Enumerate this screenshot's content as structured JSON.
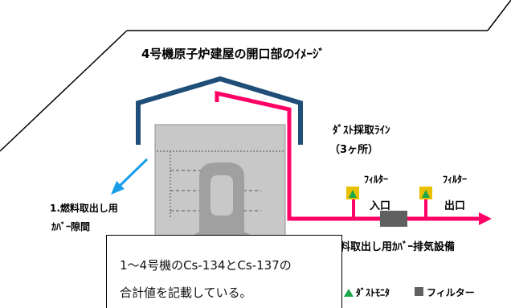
{
  "title": "4号機原子炉建屋の開口部のｲﾒｰｼﾞ",
  "labels": {
    "dust_line_1": "ﾀﾞｽﾄ採取ﾗｲﾝ",
    "dust_line_2": "（3ヶ所）",
    "filter_left": "ﾌｨﾙﾀｰ",
    "filter_right": "ﾌｨﾙﾀｰ",
    "inlet": "入口",
    "outlet": "出口",
    "gap_1": "1.燃料取出し用",
    "gap_2": "ｶﾊﾞｰ隙間",
    "exhaust": "燃料取出し用ｶﾊﾞｰ排気設備"
  },
  "legend": {
    "dust_monitor": "ﾀﾞｽﾄﾓﾆﾀ",
    "filter": "フィルター"
  },
  "note": {
    "line1": "1～4号機のCs-134とCs-137の",
    "line2": "合計値を記載している。"
  },
  "colors": {
    "roof": "#1f4e79",
    "duct": "#ff0066",
    "arrow": "#1a9ee8",
    "building": "#c8c8c8",
    "reactor": "#a0a0a0",
    "monitor_fill": "#e8c000",
    "monitor_mark": "#1aa84a",
    "filter_box": "#606060"
  }
}
